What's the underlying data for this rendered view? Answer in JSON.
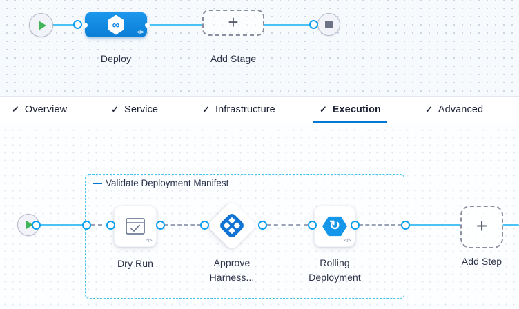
{
  "glyphs": {
    "check": "✓",
    "plus": "+",
    "infinity": "∞",
    "code": "</>",
    "collapse": "—",
    "rolling_arrow": "↻"
  },
  "stage_graph": {
    "deploy_label": "Deploy",
    "add_stage_label": "Add Stage"
  },
  "tabs": [
    {
      "label": "Overview"
    },
    {
      "label": "Service"
    },
    {
      "label": "Infrastructure"
    },
    {
      "label": "Execution"
    },
    {
      "label": "Advanced"
    }
  ],
  "execution_graph": {
    "group_label": "Validate Deployment Manifest",
    "steps": [
      {
        "label": "Dry Run"
      },
      {
        "label": "Approve Harness..."
      },
      {
        "label": "Rolling Deployment"
      }
    ],
    "add_step_label": "Add Step"
  },
  "colors": {
    "accent_blue": "#0278d5",
    "node_blue": "#0e88e0",
    "connector_blue": "#4cc1f4",
    "group_border_cyan": "#43c5ee",
    "play_green": "#41b45c"
  }
}
